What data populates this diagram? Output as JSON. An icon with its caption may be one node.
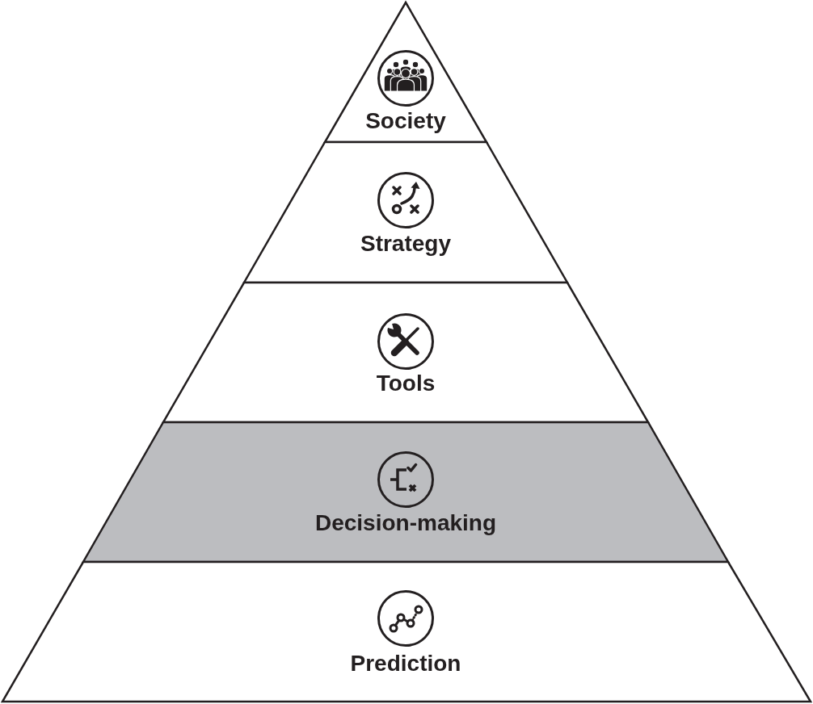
{
  "diagram": {
    "nodes": [
      {
        "text": [
          "Society"
        ]
      },
      {
        "text": [
          "Strategy"
        ]
      },
      {
        "text": [
          "Tools"
        ]
      },
      {
        "text": [
          "Decision-making"
        ]
      },
      {
        "text": [
          "Prediction"
        ]
      }
    ]
  }
}
